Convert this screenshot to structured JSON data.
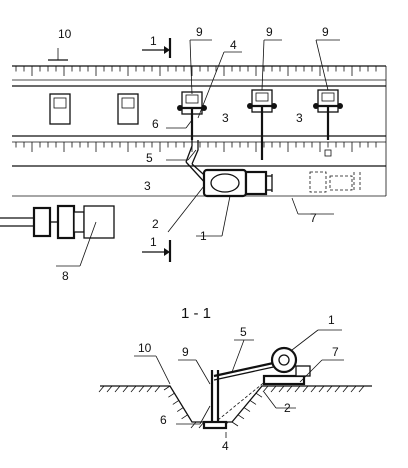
{
  "plan_labels": {
    "pump": "1",
    "suction_pipe": "2",
    "channel": "3",
    "elbow": "4",
    "discharge_pipe": "5",
    "pipe_joint": "6",
    "trench_note": "7",
    "motor_generator": "8",
    "well_point": "9",
    "rail": "10"
  },
  "section_marks": {
    "top": "1",
    "bottom": "1"
  },
  "section_title": "1 - 1",
  "section_labels": {
    "pump": "1",
    "suction_pipe": "2",
    "discharge_pipe": "5",
    "joint": "6",
    "trench": "7",
    "well_point": "9",
    "rail": "10",
    "elbow": "4"
  }
}
